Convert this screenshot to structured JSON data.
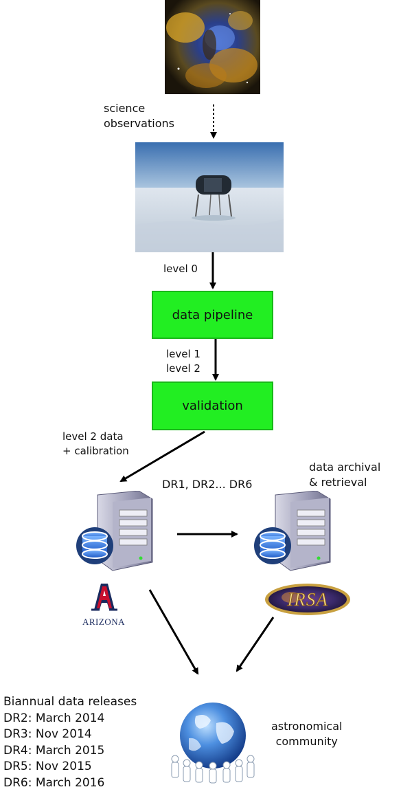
{
  "images": {
    "nebula": "nebula-photo",
    "telescope": "telescope-on-ice-photo",
    "server_left": "database-server-icon",
    "server_right": "database-server-icon",
    "arizona_logo_text": "ARIZONA",
    "irsa_logo_text": "IRSA",
    "community": "globe-with-people-icon"
  },
  "labels": {
    "science_line1": "science",
    "science_line2": "observations",
    "level0": "level 0",
    "level1": "level 1",
    "level2": "level 2",
    "level2data_line1": "level 2 data",
    "level2data_line2": "+ calibration",
    "dr_list": "DR1, DR2... DR6",
    "archival_line1": "data archival",
    "archival_line2": "& retrieval",
    "community_line1": "astronomical",
    "community_line2": "community"
  },
  "boxes": {
    "pipeline": "data pipeline",
    "validation": "validation"
  },
  "releases": {
    "title": "Biannual data releases",
    "items": [
      "DR2: March 2014",
      "DR3: Nov 2014",
      "DR4: March 2015",
      "DR5: Nov 2015",
      "DR6: March 2016"
    ]
  },
  "colors": {
    "box_fill": "#22ee22",
    "box_border": "#18b818",
    "arrow": "#000000"
  }
}
